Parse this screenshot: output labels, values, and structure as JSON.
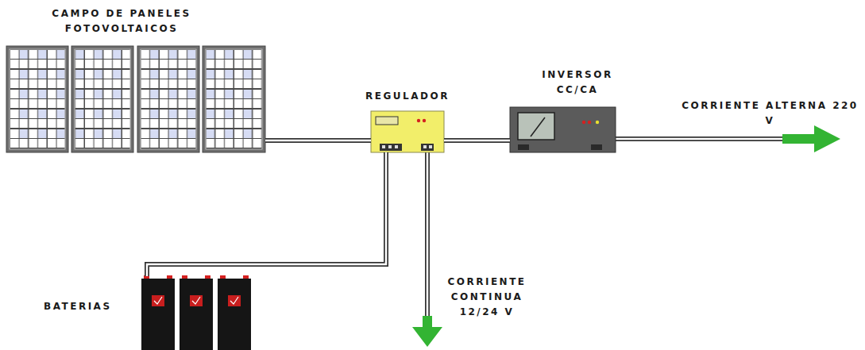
{
  "diagram": {
    "nodes": [
      {
        "text": [
          "CAMPO DE PANELES FOTOVOLTAICOS"
        ]
      },
      {
        "text": [
          "REGULADOR"
        ]
      },
      {
        "text": [
          "INVERSOR CC/CA"
        ]
      },
      {
        "text": [
          "BATERIAS"
        ]
      }
    ],
    "edges": [
      {
        "from": 0,
        "to": 1,
        "arrow": "none"
      },
      {
        "from": 1,
        "to": 2,
        "arrow": "none"
      },
      {
        "from": 1,
        "to": 3,
        "arrow": "none"
      }
    ],
    "labels": [
      "CORRIENTE ALTERNA 220 V",
      "CORRIENTE CONTINUA 12/24 V"
    ]
  }
}
